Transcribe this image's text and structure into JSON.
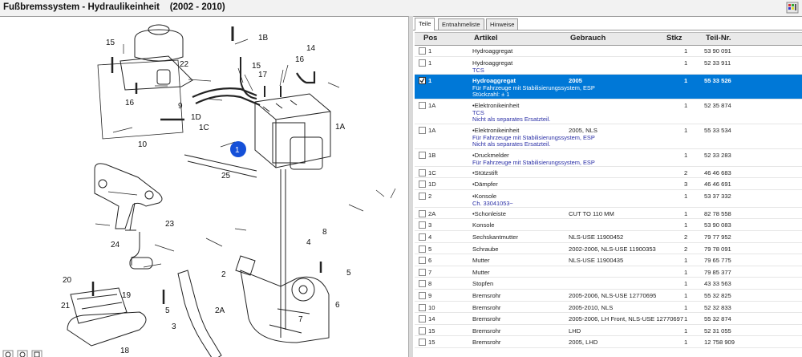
{
  "window": {
    "title": "Fußbremssystem - Hydraulikeinheit    (2002 - 2010)",
    "colors": {
      "selected_row": "#0078d7",
      "marker": "#1550d8",
      "note_text": "#2a2fa6"
    }
  },
  "diagram": {
    "labels": [
      "15",
      "22",
      "1B",
      "16",
      "17",
      "15",
      "14",
      "16",
      "9",
      "10",
      "1D",
      "1C",
      "1",
      "1A",
      "25",
      "23",
      "24",
      "20",
      "19",
      "21",
      "18",
      "4",
      "8",
      "5",
      "6",
      "7",
      "2",
      "2A",
      "5",
      "3"
    ],
    "marker": "1",
    "icons": [
      "zoom-in-icon",
      "zoom-out-icon",
      "fit-icon"
    ]
  },
  "tabs": [
    "Teile",
    "Entnahmeliste",
    "Hinweise"
  ],
  "table": {
    "headers": {
      "pos": "Pos",
      "artikel": "Artikel",
      "gebrauch": "Gebrauch",
      "stkz": "Stkz",
      "teilnr": "Teil-Nr."
    },
    "rows": [
      {
        "pos": "1",
        "artikel": "Hydroaggregat",
        "gebrauch": "",
        "stkz": "1",
        "teilnr": "53 90 091",
        "notes": []
      },
      {
        "pos": "1",
        "artikel": "Hydroaggregat",
        "gebrauch": "",
        "stkz": "1",
        "teilnr": "52 33 911",
        "notes": [
          "TCS"
        ]
      },
      {
        "pos": "1",
        "artikel": "Hydroaggregat",
        "gebrauch": "2005",
        "stkz": "1",
        "teilnr": "55 33 526",
        "notes": [
          "Für Fahrzeuge mit Stabilisierungssystem, ESP",
          "Stückzahl: ± 1"
        ],
        "selected": true
      },
      {
        "pos": "1A",
        "artikel": "•Elektronikeinheit",
        "gebrauch": "",
        "stkz": "1",
        "teilnr": "52 35 874",
        "notes": [
          "TCS",
          "Nicht als separates Ersatzteil."
        ]
      },
      {
        "pos": "1A",
        "artikel": "•Elektronikeinheit",
        "gebrauch": "2005, NLS",
        "stkz": "1",
        "teilnr": "55 33 534",
        "notes": [
          "Für Fahrzeuge mit Stabilisierungssystem, ESP",
          "Nicht als separates Ersatzteil."
        ]
      },
      {
        "pos": "1B",
        "artikel": "•Druckmelder",
        "gebrauch": "",
        "stkz": "1",
        "teilnr": "52 33 283",
        "notes": [
          "Für Fahrzeuge mit Stabilisierungssystem, ESP"
        ]
      },
      {
        "pos": "1C",
        "artikel": "•Stützstift",
        "gebrauch": "",
        "stkz": "2",
        "teilnr": "46 46 683",
        "notes": []
      },
      {
        "pos": "1D",
        "artikel": "•Dämpfer",
        "gebrauch": "",
        "stkz": "3",
        "teilnr": "46 46 691",
        "notes": []
      },
      {
        "pos": "2",
        "artikel": "•Konsole",
        "gebrauch": "",
        "stkz": "1",
        "teilnr": "53 37 332",
        "notes": [
          "Ch. 33041053~"
        ]
      },
      {
        "pos": "2A",
        "artikel": "•Schonleiste",
        "gebrauch": "CUT TO 110 MM",
        "stkz": "1",
        "teilnr": "82 78 558",
        "notes": []
      },
      {
        "pos": "3",
        "artikel": "Konsole",
        "gebrauch": "",
        "stkz": "1",
        "teilnr": "53 90 083",
        "notes": []
      },
      {
        "pos": "4",
        "artikel": "Sechskantmutter",
        "gebrauch": "NLS-USE 11900452",
        "stkz": "2",
        "teilnr": "79 77 952",
        "notes": []
      },
      {
        "pos": "5",
        "artikel": "Schraube",
        "gebrauch": "2002-2006, NLS-USE 11900353",
        "stkz": "2",
        "teilnr": "79 78 091",
        "notes": []
      },
      {
        "pos": "6",
        "artikel": "Mutter",
        "gebrauch": "NLS-USE 11900435",
        "stkz": "1",
        "teilnr": "79 65 775",
        "notes": []
      },
      {
        "pos": "7",
        "artikel": "Mutter",
        "gebrauch": "",
        "stkz": "1",
        "teilnr": "79 85 377",
        "notes": []
      },
      {
        "pos": "8",
        "artikel": "Stopfen",
        "gebrauch": "",
        "stkz": "1",
        "teilnr": "43 33 563",
        "notes": []
      },
      {
        "pos": "9",
        "artikel": "Bremsrohr",
        "gebrauch": "2005-2006, NLS-USE 12770695",
        "stkz": "1",
        "teilnr": "55 32 825",
        "notes": []
      },
      {
        "pos": "10",
        "artikel": "Bremsrohr",
        "gebrauch": "2005-2010, NLS",
        "stkz": "1",
        "teilnr": "52 32 833",
        "notes": []
      },
      {
        "pos": "14",
        "artikel": "Bremsrohr",
        "gebrauch": "2005-2006, LH Front, NLS-USE 12770697",
        "stkz": "1",
        "teilnr": "55 32 874",
        "notes": []
      },
      {
        "pos": "15",
        "artikel": "Bremsrohr",
        "gebrauch": "LHD",
        "stkz": "1",
        "teilnr": "52 31 055",
        "notes": []
      },
      {
        "pos": "15",
        "artikel": "Bremsrohr",
        "gebrauch": "2005, LHD",
        "stkz": "1",
        "teilnr": "12 758 909",
        "notes": []
      }
    ]
  }
}
